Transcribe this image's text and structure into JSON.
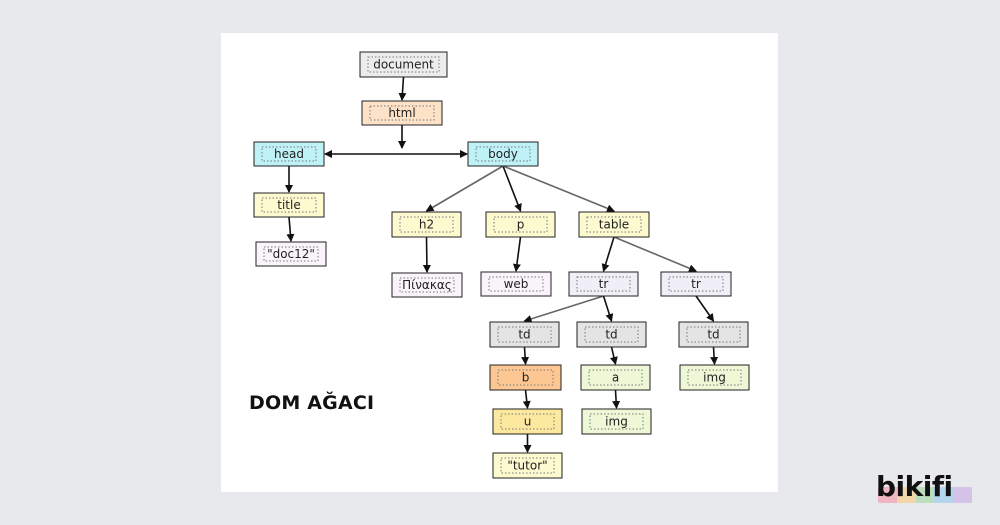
{
  "diagram_title": "DOM AĞACI",
  "brand": "bikifi",
  "brand_stripe_colors": [
    "#f58ca0",
    "#f7c873",
    "#9bd59b",
    "#8cc3ee",
    "#c7a3e6"
  ],
  "edge_colors": {
    "black": "#111111",
    "gray": "#666666"
  },
  "nodes": [
    {
      "id": "document",
      "label": "document",
      "fill": "#ececec"
    },
    {
      "id": "html",
      "label": "html",
      "fill": "#fde2c8"
    },
    {
      "id": "head",
      "label": "head",
      "fill": "#bff2f7"
    },
    {
      "id": "body",
      "label": "body",
      "fill": "#bff2f7"
    },
    {
      "id": "title",
      "label": "title",
      "fill": "#fdfad0"
    },
    {
      "id": "doc12",
      "label": "\"doc12\"",
      "fill": "#f8f4fa"
    },
    {
      "id": "h2",
      "label": "h2",
      "fill": "#fdfad0"
    },
    {
      "id": "p",
      "label": "p",
      "fill": "#fdfad0"
    },
    {
      "id": "table",
      "label": "table",
      "fill": "#fdfad0"
    },
    {
      "id": "pinakas",
      "label": "Πίνακας",
      "fill": "#f8f4fa"
    },
    {
      "id": "web",
      "label": "web",
      "fill": "#f8f4fa"
    },
    {
      "id": "tr1",
      "label": "tr",
      "fill": "#f0eef6"
    },
    {
      "id": "tr2",
      "label": "tr",
      "fill": "#f0eef6"
    },
    {
      "id": "td1",
      "label": "td",
      "fill": "#e4e4e4"
    },
    {
      "id": "td2",
      "label": "td",
      "fill": "#e4e4e4"
    },
    {
      "id": "td3",
      "label": "td",
      "fill": "#e4e4e4"
    },
    {
      "id": "b",
      "label": "b",
      "fill": "#fdc793"
    },
    {
      "id": "a",
      "label": "a",
      "fill": "#eef8d6"
    },
    {
      "id": "img1",
      "label": "img",
      "fill": "#eef8d6"
    },
    {
      "id": "u",
      "label": "u",
      "fill": "#fde8a0"
    },
    {
      "id": "img2",
      "label": "img",
      "fill": "#eef8d6"
    },
    {
      "id": "tutor",
      "label": "\"tutor\"",
      "fill": "#fdfad0"
    }
  ],
  "edges": [
    {
      "from": "document",
      "to": "html",
      "color": "black"
    },
    {
      "from": "html",
      "to": "head",
      "color": "black"
    },
    {
      "from": "html",
      "to": "body",
      "color": "black"
    },
    {
      "from": "head",
      "to": "title",
      "color": "black"
    },
    {
      "from": "title",
      "to": "doc12",
      "color": "black"
    },
    {
      "from": "body",
      "to": "h2",
      "color": "gray"
    },
    {
      "from": "body",
      "to": "p",
      "color": "black"
    },
    {
      "from": "body",
      "to": "table",
      "color": "gray"
    },
    {
      "from": "h2",
      "to": "pinakas",
      "color": "black"
    },
    {
      "from": "p",
      "to": "web",
      "color": "black"
    },
    {
      "from": "table",
      "to": "tr1",
      "color": "black"
    },
    {
      "from": "table",
      "to": "tr2",
      "color": "gray"
    },
    {
      "from": "tr1",
      "to": "td1",
      "color": "gray"
    },
    {
      "from": "tr1",
      "to": "td2",
      "color": "black"
    },
    {
      "from": "tr2",
      "to": "td3",
      "color": "black"
    },
    {
      "from": "td1",
      "to": "b",
      "color": "black"
    },
    {
      "from": "td2",
      "to": "a",
      "color": "black"
    },
    {
      "from": "td3",
      "to": "img1",
      "color": "black"
    },
    {
      "from": "b",
      "to": "u",
      "color": "black"
    },
    {
      "from": "a",
      "to": "img2",
      "color": "black"
    },
    {
      "from": "u",
      "to": "tutor",
      "color": "black"
    }
  ]
}
